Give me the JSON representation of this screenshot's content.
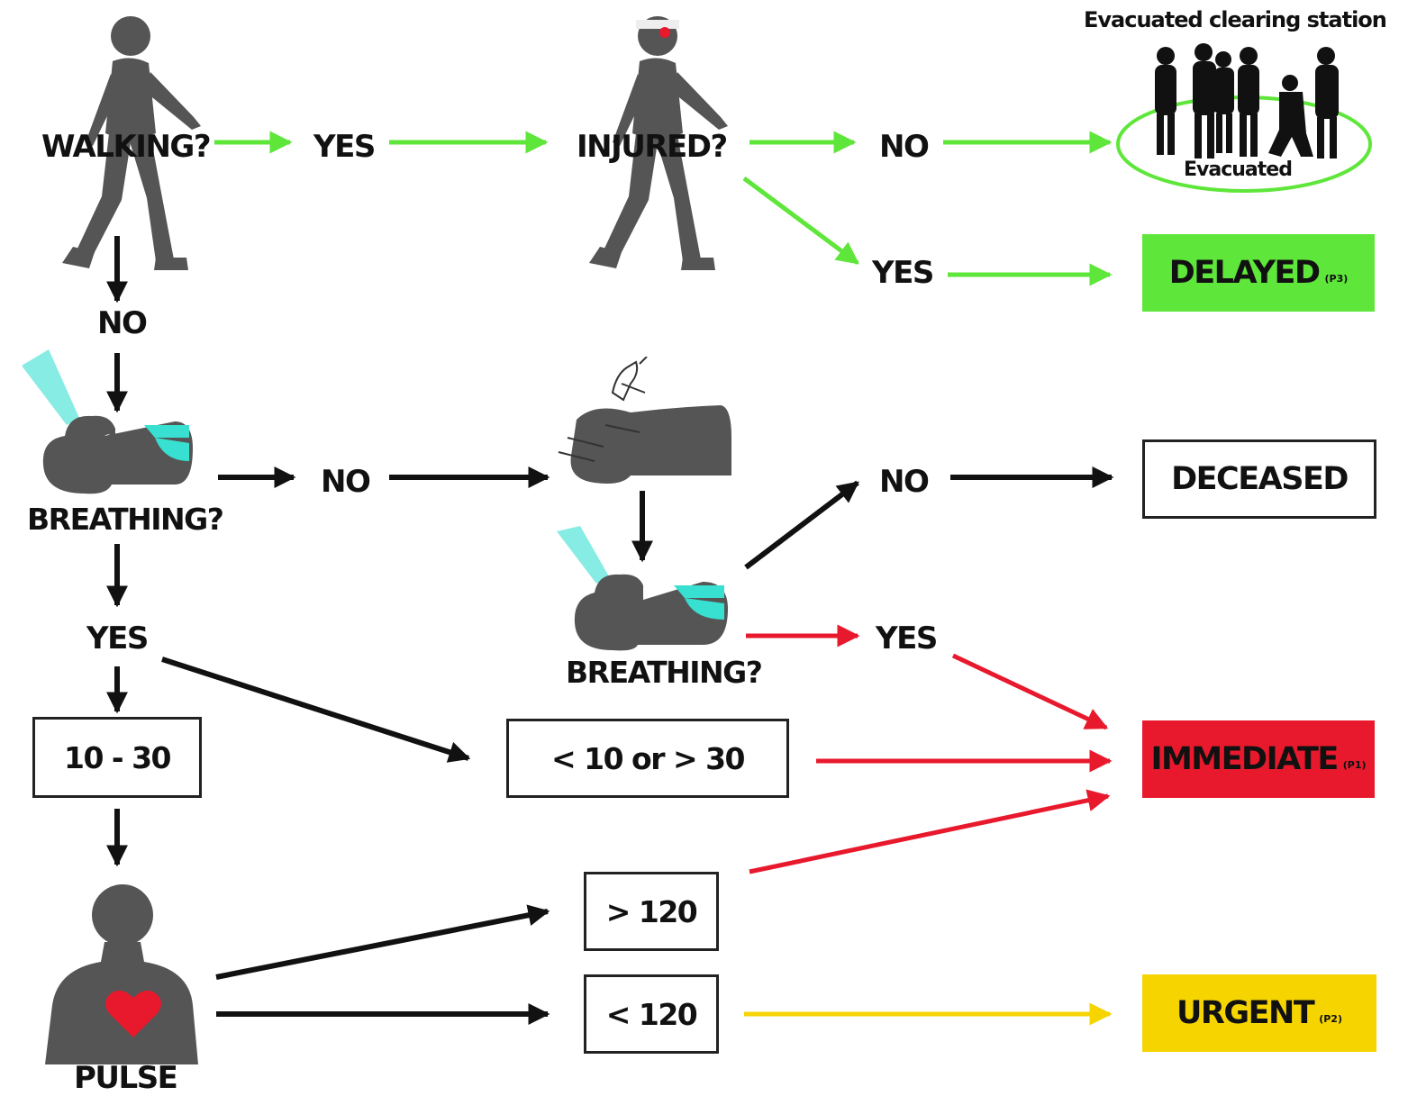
{
  "colors": {
    "green": "#5fe63a",
    "red": "#e8192c",
    "yellow": "#f5d400",
    "black": "#111111",
    "silhouette": "#555555",
    "cyan": "#37e0d0",
    "heart": "#e8192c"
  },
  "nodes": {
    "walking": "WALKING?",
    "walking_yes": "YES",
    "injured": "INJURED?",
    "injured_no": "NO",
    "injured_yes": "YES",
    "walking_no": "NO",
    "breathing": "BREATHING?",
    "breathing_no": "NO",
    "breathing_yes": "YES",
    "breathing2": "BREATHING?",
    "breathing2_no": "NO",
    "breathing2_yes": "YES",
    "rate_normal": "10 - 30",
    "rate_abnormal": "< 10 or > 30",
    "pulse": "PULSE",
    "pulse_high": "> 120",
    "pulse_low": "< 120"
  },
  "evac": {
    "title": "Evacuated clearing station",
    "label": "Evacuated"
  },
  "outcomes": {
    "delayed": {
      "label": "DELAYED",
      "code": "(P3)"
    },
    "deceased": {
      "label": "DECEASED"
    },
    "immediate": {
      "label": "IMMEDIATE",
      "code": "(P1)"
    },
    "urgent": {
      "label": "URGENT",
      "code": "(P2)"
    }
  },
  "icons": [
    "walking-person-icon",
    "injured-person-icon",
    "breathing-check-icon",
    "airway-opening-icon",
    "breathing-recheck-icon",
    "pulse-torso-icon",
    "heart-icon",
    "crowd-icon"
  ]
}
